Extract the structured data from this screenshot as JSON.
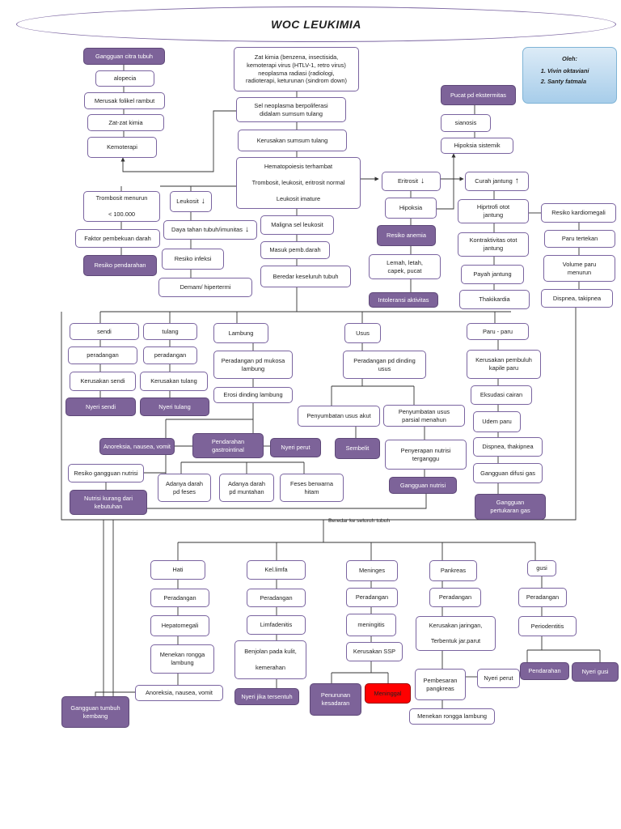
{
  "title": "WOC LEUKIMIA",
  "author": {
    "heading": "Oleh:",
    "names": [
      "Vivin oktaviani",
      "Santy fatmala"
    ]
  },
  "edge_label": "Beredar ke seluruh tubuh",
  "arrows": {
    "down": "↓",
    "up": "↑"
  },
  "n": {
    "cause": "Zat kimia (benzena, insectisida,\nkemoterapi virus (HTLV-1, retro virus)\nneoplasma radiasi (radiologi,\nradioterapi, keturunan (sindrom down)",
    "proliferasi": "Sel neoplasma berpoliferasi\ndidalam sumsum tulang",
    "kerusakan_sumsum": "Kerusakan sumsum tulang",
    "hematopoiesis": "Hematopoiesis terhambat\n\nTrombosit, leukosit, eritrosit normal\n\nLeukosit imature",
    "citra": "Gangguan citra tubuh",
    "alopecia": "alopecia",
    "folikel": "Merusak folikel rambut",
    "zat_sitostatika": "Zat-zat kimia",
    "kemoterapi": "Kemoterapi",
    "trombosit": "Trombosit menurun\n\n< 100.000",
    "faktor": "Faktor pembekuan darah",
    "resiko_pendarahan": "Resiko pendarahan",
    "leukosit": "Leukosit",
    "daya_tahan": "Daya tahan tubuh/imunitas",
    "resiko_infeksi": "Resiko infeksi",
    "demam": "Demam/ hipertermi",
    "maligna": "Maligna sel leukosit",
    "masuk_darah": "Masuk pemb.darah",
    "beredar": "Beredar keseluruh tubuh",
    "pucat": "Pucat pd ekstermitas",
    "sianosis": "sianosis",
    "hipoksia_sis": "Hipoksia sistemik",
    "eritrosit": "Eritrosit",
    "hipoksia": "Hipoksia",
    "resiko_anemia": "Resiko anemia",
    "lemah": "Lemah, letah,\ncapek, pucat",
    "intoleransi": "Intoleransi aktivitas",
    "curah": "Curah jantung",
    "hipertrofi": "Hiprtrofi otot\njantung",
    "kontraktivitas": "Kontraktivitas otot\njantung",
    "payah": "Payah jantung",
    "takikardia": "Thakikardia",
    "resiko_kardio": "Resiko kardiomegali",
    "paru_tertekan": "Paru tertekan",
    "volume_paru": "Volume paru\nmenurun",
    "dispnea1": "Dispnea, takipnea",
    "sendi": "sendi",
    "sendi_rad": "peradangan",
    "sendi_rus": "Kerusakan sendi",
    "nyeri_sendi": "Nyeri sendi",
    "tulang": "tulang",
    "tulang_rad": "peradangan",
    "tulang_rus": "Kerusakan tulang",
    "nyeri_tulang": "Nyeri tulang",
    "lambung": "Lambung",
    "lambung_rad": "Peradangan pd mukosa\nlambung",
    "erosi": "Erosi dinding lambung",
    "usus": "Usus",
    "usus_rad": "Peradangan pd dinding\nusus",
    "sumbat_akut": "Penyumbatan usus akut",
    "sumbat_parsial": "Penyumbatan usus\nparsial menahun",
    "serap": "Penyerapan nutrisi\nterganggu",
    "gg_nutrisi": "Gangguan nutrisi",
    "sembelit": "Sembelit",
    "nyeri_perut1": "Nyeri perut",
    "pendarahan_gi": "Pendarahan\ngastrointinal",
    "anoreksia1": "Anoreksia, nausea, vomit",
    "resiko_nutrisi": "Resiko gangguan nutrisi",
    "nutrisi_kurang": "Nutrisi kurang dari\nkebutuhan",
    "darah_feses": "Adanya darah\npd feses",
    "darah_muntah": "Adanya darah\npd muntahan",
    "feses_hitam": "Feses berwarna\nhitam",
    "paru": "Paru - paru",
    "paru_rus": "Kerusakan pembuluh\nkapile paru",
    "eksudasi": "Eksudasi cairan",
    "udem": "Udem paru",
    "dispnea2": "Dispnea, thakipnea",
    "difusi": "Gangguan difusi gas",
    "pertukaran": "Gangguan\npertukaran gas",
    "hati": "Hati",
    "hati_rad": "Peradangan",
    "hepato": "Hepatomegali",
    "menekan1": "Menekan rongga\nlambung",
    "anoreksia2": "Anoreksia, nausea, vomit",
    "tumbuh": "Gangguan tumbuh\nkembang",
    "limfa": "Kel.limfa",
    "limfa_rad": "Peradangan",
    "limfadenitis": "Limfadenitis",
    "benjolan": "Benjolan pada kulit,\n\nkemerahan",
    "nyeri_sentuh": "Nyeri jika tersentuh",
    "meninges": "Meninges",
    "men_rad": "Peradangan",
    "meningitis": "meningitis",
    "ssp": "Kerusakan SSP",
    "kesadaran": "Penurunan\nkesadaran",
    "meninggal": "Meninggal",
    "pankreas": "Pankreas",
    "pan_rad": "Peradangan",
    "jaringan": "Kerusakan jaringan,\n\nTerbentuk jar.parut",
    "pembesaran": "Pembesaran\npangkreas",
    "nyeri_perut2": "Nyeri perut",
    "menekan2": "Menekan rongga lambung",
    "gusi": "gusi",
    "gusi_rad": "Peradangan",
    "periodentitis": "Periodentitis",
    "pendarahan2": "Pendarahan",
    "nyeri_gusi": "Nyeri gusi"
  }
}
